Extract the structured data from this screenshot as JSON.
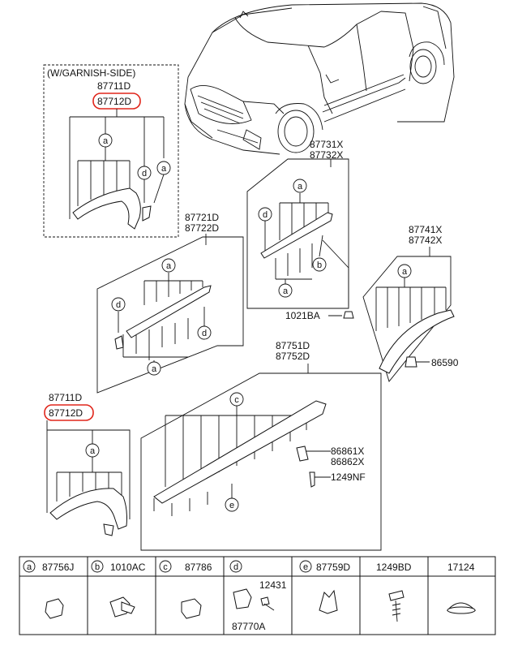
{
  "garnish_box": {
    "title": "(W/GARNISH-SIDE)",
    "part_a": "87711D",
    "part_b": "87712D"
  },
  "fender_front": {
    "part_a": "87711D",
    "part_b": "87712D"
  },
  "door_front": {
    "part_a": "87721D",
    "part_b": "87722D"
  },
  "door_rear": {
    "part_a": "87731X",
    "part_b": "87732X",
    "clip": "1021BA"
  },
  "fender_rear": {
    "part_a": "87741X",
    "part_b": "87742X",
    "nut": "86590"
  },
  "sill": {
    "part_a": "87751D",
    "part_b": "87752D",
    "bracket_a": "86861X",
    "bracket_b": "86862X",
    "screw": "1249NF"
  },
  "callouts": {
    "a": "a",
    "b": "b",
    "c": "c",
    "d": "d",
    "e": "e"
  },
  "legend": [
    {
      "key": "a",
      "part": "87756J"
    },
    {
      "key": "b",
      "part": "1010AC"
    },
    {
      "key": "c",
      "part": "87786"
    },
    {
      "key": "d",
      "part": "12431",
      "extra": "87770A"
    },
    {
      "key": "e",
      "part": "87759D"
    },
    {
      "key": "",
      "part": "1249BD"
    },
    {
      "key": "",
      "part": "17124"
    }
  ],
  "colors": {
    "highlight": "#e0261b",
    "line": "#111111"
  }
}
